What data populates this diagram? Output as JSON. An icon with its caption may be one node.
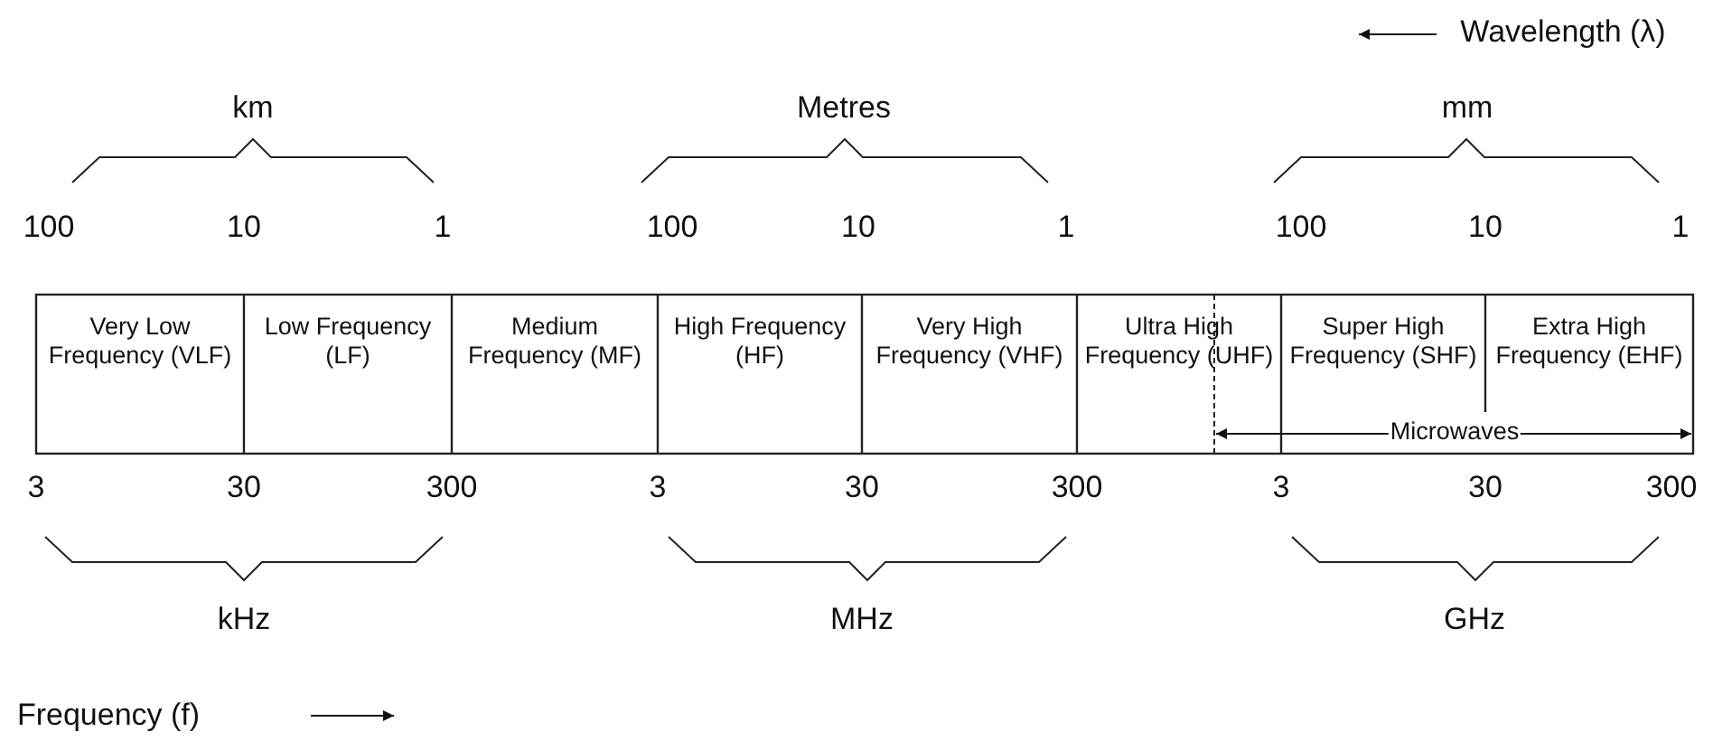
{
  "diagram": {
    "nodes": [
      {
        "text": [
          "Very Low Frequency (VLF)"
        ]
      },
      {
        "text": [
          "Low Frequency (LF)"
        ]
      },
      {
        "text": [
          "Medium Frequency (MF)"
        ]
      },
      {
        "text": [
          "High Frequency (HF)"
        ]
      },
      {
        "text": [
          "Very High Frequency (VHF)"
        ]
      },
      {
        "text": [
          "Ultra High Frequency (UHF)"
        ]
      },
      {
        "text": [
          "Super High Frequency (SHF)"
        ]
      },
      {
        "text": [
          "Extra High Frequency (EHF)"
        ]
      }
    ],
    "labels": [
      "Wavelength (λ)",
      "km",
      "Metres",
      "mm",
      "100",
      "10",
      "1",
      "100",
      "10",
      "1",
      "100",
      "10",
      "1",
      "Microwaves",
      "3",
      "30",
      "300",
      "3",
      "30",
      "300",
      "3",
      "30",
      "300",
      "kHz",
      "MHz",
      "GHz",
      "Frequency (f)"
    ]
  }
}
